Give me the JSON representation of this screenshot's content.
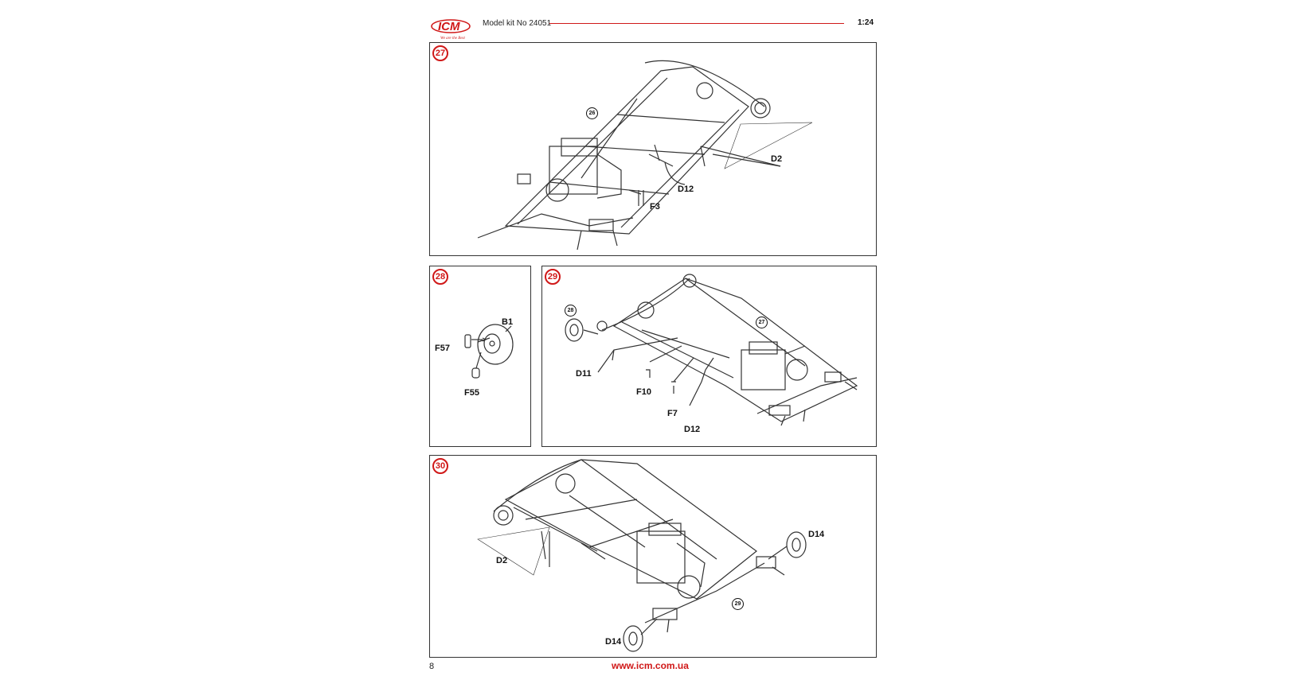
{
  "header": {
    "logo_text": "ICM",
    "logo_tagline": "We are the Best",
    "kit_title": "Model kit No 24051",
    "scale": "1:24"
  },
  "colors": {
    "accent": "#d01818",
    "line": "#333333"
  },
  "steps": [
    {
      "number": "27",
      "refs": [
        "26"
      ],
      "labels": [
        "D2",
        "D12",
        "F3"
      ]
    },
    {
      "number": "28",
      "refs": [],
      "labels": [
        "B1",
        "F57",
        "F55"
      ]
    },
    {
      "number": "29",
      "refs": [
        "28",
        "27"
      ],
      "labels": [
        "D11",
        "F10",
        "F7",
        "D12"
      ]
    },
    {
      "number": "30",
      "refs": [
        "29"
      ],
      "labels": [
        "D2",
        "D14",
        "D14"
      ]
    }
  ],
  "footer": {
    "page_number": "8",
    "website": "www.icm.com.ua"
  }
}
